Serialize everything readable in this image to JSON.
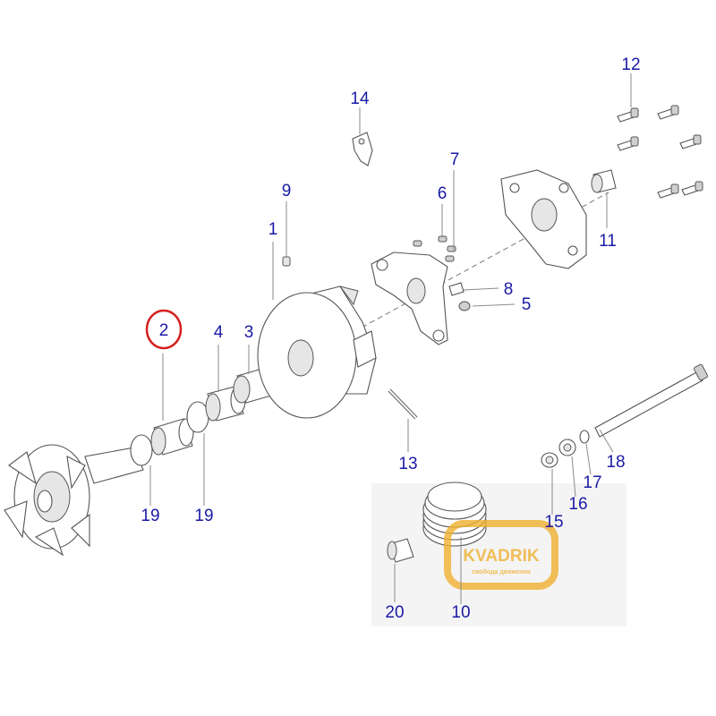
{
  "diagram": {
    "callouts": [
      {
        "id": "c1",
        "text": "1"
      },
      {
        "id": "c2",
        "text": "2"
      },
      {
        "id": "c3",
        "text": "3"
      },
      {
        "id": "c4",
        "text": "4"
      },
      {
        "id": "c5",
        "text": "5"
      },
      {
        "id": "c6",
        "text": "6"
      },
      {
        "id": "c7",
        "text": "7"
      },
      {
        "id": "c8",
        "text": "8"
      },
      {
        "id": "c9",
        "text": "9"
      },
      {
        "id": "c10",
        "text": "10"
      },
      {
        "id": "c11",
        "text": "11"
      },
      {
        "id": "c12",
        "text": "12"
      },
      {
        "id": "c13",
        "text": "13"
      },
      {
        "id": "c14",
        "text": "14"
      },
      {
        "id": "c15",
        "text": "15"
      },
      {
        "id": "c16",
        "text": "16"
      },
      {
        "id": "c17",
        "text": "17"
      },
      {
        "id": "c18",
        "text": "18"
      },
      {
        "id": "c19a",
        "text": "19"
      },
      {
        "id": "c19b",
        "text": "19"
      },
      {
        "id": "c20",
        "text": "20"
      }
    ],
    "highlight": {
      "text": "2",
      "color": "#d42020"
    },
    "callout_color": "#1a1aa6"
  },
  "watermark": {
    "brand": "KVADRIK",
    "tagline": "свобода движения",
    "color": "#f0b030"
  }
}
